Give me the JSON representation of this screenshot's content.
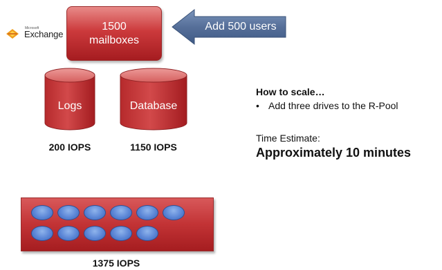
{
  "logo": {
    "small_text": "Microsoft",
    "name": "Exchange"
  },
  "mailbox": {
    "line1": "1500",
    "line2": "mailboxes"
  },
  "arrow": {
    "label": "Add 500 users"
  },
  "storage": {
    "logs": {
      "label": "Logs",
      "iops": "200 IOPS"
    },
    "database": {
      "label": "Database",
      "iops": "1150 IOPS"
    }
  },
  "scaling": {
    "heading": "How to scale…",
    "bullet": "Add three drives to the R-Pool",
    "estimate_label": "Time Estimate:",
    "estimate_value": "Approximately 10 minutes"
  },
  "pool": {
    "iops": "1375 IOPS",
    "drive_count": 11
  },
  "colors": {
    "red": "#c23335",
    "arrow_blue": "#4f6f9a",
    "drive_blue": "#5b86d6"
  }
}
